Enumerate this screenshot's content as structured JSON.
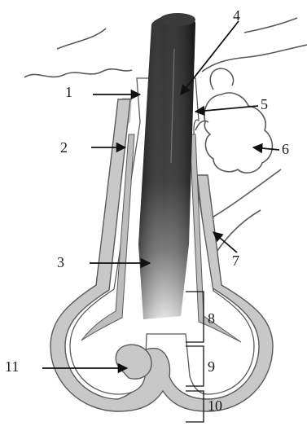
{
  "diagram": {
    "labels": {
      "1": "1",
      "2": "2",
      "3": "3",
      "4": "4",
      "5": "5",
      "6": "6",
      "7": "7",
      "8": "8",
      "9": "9",
      "10": "10",
      "11": "11"
    },
    "colors": {
      "background": "#ffffff",
      "outline": "#5a5a5a",
      "tissue_fill": "#c8c8c8",
      "hair_dark": "#1e1e1e",
      "hair_mid": "#6e6e6e",
      "hair_light": "#d9d9d9",
      "arrow": "#111111"
    }
  }
}
